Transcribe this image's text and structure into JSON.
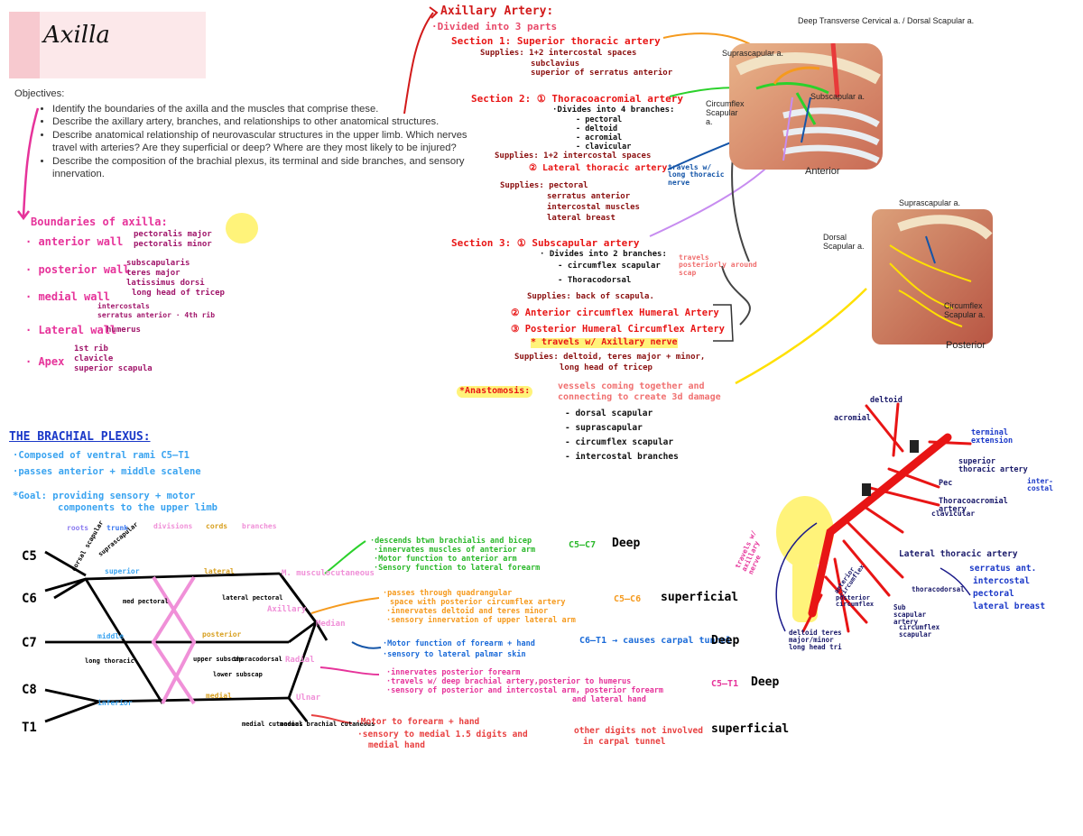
{
  "title": "Axilla",
  "objectives": {
    "heading": "Objectives:",
    "items": [
      "Identify the boundaries of the axilla and the muscles that comprise these.",
      "Describe the axillary artery, branches, and relationships to other anatomical structures.",
      "Describe anatomical relationship of neurovascular structures in the upper limb. Which nerves travel with arteries? Are they superficial or deep? Where are they most likely to be injured?",
      "Describe the composition of the brachial plexus, its terminal and side branches, and sensory innervation."
    ]
  },
  "boundaries": {
    "heading": "Boundaries of axilla:",
    "anterior": "· anterior wall",
    "anterior_muscles": [
      "pectoralis major",
      "pectoralis minor"
    ],
    "posterior": "· posterior wall",
    "posterior_muscles": [
      "subscapularis",
      "teres major",
      "latissimus dorsi",
      "long head of tricep"
    ],
    "medial": "· medial wall",
    "medial_muscles": [
      "intercostals",
      "serratus anterior · 4th rib"
    ],
    "lateral": "· Lateral wall",
    "lateral_item": "humerus",
    "apex": "· Apex",
    "apex_items": [
      "1st rib",
      "clavicle",
      "superior scapula"
    ]
  },
  "axillary": {
    "heading": "Axillary Artery:",
    "divided": "·Divided into 3 parts",
    "s1": "Section 1: Superior thoracic artery",
    "s1_supplies": "Supplies: 1+2 intercostal spaces",
    "s1_more": [
      "subclavius",
      "superior of serratus anterior"
    ],
    "s2": "Section 2: ① Thoracoacromial artery",
    "s2_divides": "·Divides into 4 branches:",
    "s2_branches": [
      "- pectoral",
      "- deltoid",
      "- acromial",
      "- clavicular"
    ],
    "s2_supplies": "Supplies: 1+2 intercostal spaces",
    "s2_lateral": "② Lateral thoracic artery",
    "s2_note": "travels w/ long thoracic nerve",
    "s2_supplies2": [
      "Supplies: pectoral",
      "serratus anterior",
      "intercostal muscles",
      "lateral breast"
    ],
    "s3": "Section 3: ① Subscapular artery",
    "s3_divides": "· Divides into 2 branches:",
    "s3_branches": [
      "- circumflex scapular",
      "- Thoracodorsal"
    ],
    "s3_note": "travels posteriorly around scap",
    "s3_supplies": "Supplies: back of scapula.",
    "s3_ant": "② Anterior circumflex Humeral Artery",
    "s3_post": "③ Posterior Humeral Circumflex Artery",
    "s3_post_note": "* travels w/ Axillary nerve",
    "s3_post_supplies": [
      "Supplies: deltoid, teres major + minor,",
      "long head of tricep"
    ],
    "anastomosis": "*Anastomosis:",
    "anastomosis_text": [
      "vessels coming together and",
      "connecting to create 3d damage"
    ],
    "anastomosis_items": [
      "- dorsal scapular",
      "- suprascapular",
      "- circumflex scapular",
      "- intercostal branches"
    ]
  },
  "anatomy": {
    "anterior_labels": [
      "Deep Transverse Cervical a. / Dorsal Scapular a.",
      "Suprascapular a.",
      "Subscapular a.",
      "Circumflex Scapular a."
    ],
    "anterior_caption": "Anterior",
    "posterior_labels": [
      "Suprascapular a.",
      "Dorsal Scapular a.",
      "Circumflex Scapular a."
    ],
    "posterior_caption": "Posterior"
  },
  "plexus": {
    "heading": "THE BRACHIAL PLEXUS:",
    "lines": [
      "·Composed of ventral rami C5–T1",
      "·passes anterior + middle scalene",
      "*Goal: providing sensory + motor",
      "components to the upper limb"
    ],
    "legend": [
      "roots",
      "trunk",
      "divisions",
      "cords",
      "branches"
    ],
    "roots": [
      "C5",
      "C6",
      "C7",
      "C8",
      "T1"
    ],
    "trunks": [
      "superior",
      "middle",
      "inferior"
    ],
    "cords": [
      "lateral",
      "posterior",
      "medial"
    ],
    "branches": [
      "M. musculocutaneous",
      "Axillary",
      "Median",
      "Radial",
      "Ulnar"
    ],
    "small": [
      "dorsal scapular",
      "suprascapular",
      "long thoracic",
      "lateral pectoral",
      "med pectoral",
      "upper subscap",
      "thoracodorsal",
      "lower subscap",
      "medial cutaneous",
      "medial brachial cutaneous"
    ]
  },
  "branch_notes": {
    "musc": [
      "·descends btwn brachialis and bicep",
      "·innervates muscles of anterior arm",
      "·Motor function to anterior arm",
      "·Sensory function to lateral forearm"
    ],
    "musc_tag": "C5–C7",
    "musc_depth": "Deep",
    "axil": [
      "·passes through quadrangular",
      "space with posterior circumflex artery",
      "·innervates deltoid and teres minor",
      "·sensory innervation of upper lateral arm"
    ],
    "axil_tag": "C5–C6",
    "axil_depth": "superficial",
    "median": [
      "·Motor function of forearm + hand",
      "·sensory to lateral palmar skin"
    ],
    "median_tag": "C6–T1 → causes carpal tunnel",
    "median_depth": "Deep",
    "radial": [
      "·innervates posterior forearm",
      "·travels w/ deep brachial artery,posterior to humerus",
      "·sensory of posterior and intercostal arm, posterior forearm",
      "and lateral hand"
    ],
    "radial_tag": "C5–T1",
    "radial_depth": "Deep",
    "ulnar": [
      "·Motor to forearm + hand",
      "·sensory to medial 1.5 digits and",
      "medial hand"
    ],
    "ulnar_note": [
      "other digits not involved",
      "in carpal tunnel"
    ],
    "ulnar_depth": "superficial"
  },
  "vessel_diagram": {
    "labels": [
      "deltoid",
      "acromial",
      "terminal extension",
      "superior thoracic artery",
      "Pec",
      "inter-costal",
      "Thoracoacromial artery",
      "clavicular",
      "Lateral thoracic artery",
      "serratus ant.",
      "intercostal",
      "pectoral",
      "lateral breast",
      "Sub scapular artery",
      "circumflex scapular",
      "thoracodorsal",
      "deltoid teres major/minor long head tri",
      "travels w/ axillary nerve",
      "anterior circumflex",
      "posterior circumflex"
    ]
  }
}
